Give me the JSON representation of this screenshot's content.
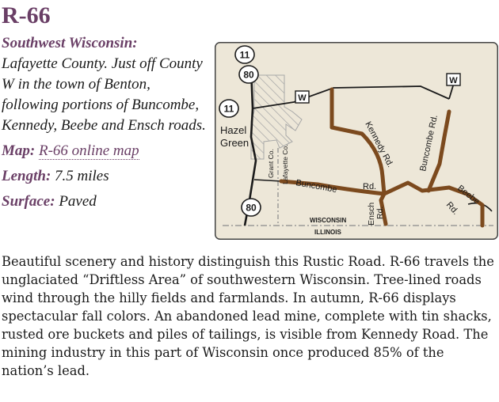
{
  "route": {
    "title": "R-66",
    "region": "Southwest Wisconsin:",
    "location": "Lafayette County. Just off County W in the town of Benton, following portions of Buncombe, Kennedy, Beebe and Ensch roads.",
    "map_label": "Map:",
    "map_link": "R-66 online map",
    "length_label": "Length:",
    "length_value": "7.5 miles",
    "surface_label": "Surface:",
    "surface_value": "Paved"
  },
  "description": "Beautiful scenery and history distinguish this Rustic Road. R-66 travels the unglaciated “Driftless Area” of southwestern Wisconsin. Tree-lined roads wind through the hilly fields and farmlands. In autumn, R-66 displays spectacular fall colors. An abandoned lead mine, complete with tin shacks, rusted ore buckets and piles of tailings, is visible from Kennedy Road. The mining industry in this part of Wisconsin once produced 85% of the nation’s lead.",
  "map": {
    "colors": {
      "background": "#ede7d8",
      "rustic_road": "#7c4a1e",
      "road": "#1a1a1a",
      "border": "#8a8a8a",
      "town": "#a8a8a8"
    },
    "shields": {
      "hwy_11_top": "11",
      "hwy_80_top": "80",
      "hwy_11_left": "11",
      "county_w_mid": "W",
      "county_w_right": "W",
      "hwy_80_bottom": "80"
    },
    "labels": {
      "town_line1": "Hazel",
      "town_line2": "Green",
      "grant_co": "Grant Co.",
      "lafayette_co": "Lafayette Co.",
      "buncombe": "Buncombe",
      "rd_buncombe": "Rd.",
      "kennedy": "Kennedy Rd.",
      "buncombe_vertical": "Buncombe Rd.",
      "beebe": "Beebe",
      "rd_beebe": "Rd.",
      "ensch": "Ensch",
      "rd_ensch": "Rd.",
      "wisconsin": "WISCONSIN",
      "illinois": "ILLINOIS"
    }
  }
}
